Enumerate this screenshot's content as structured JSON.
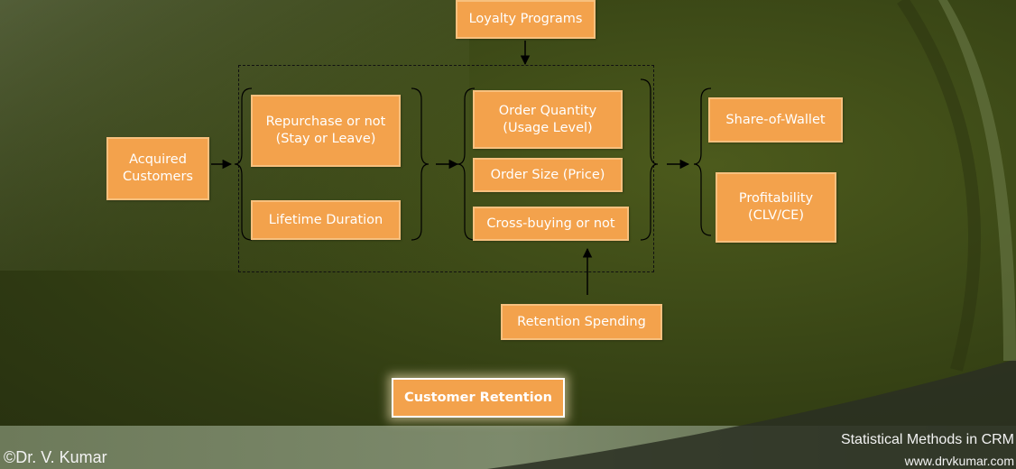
{
  "boxes": {
    "loyalty_programs": "Loyalty Programs",
    "acquired_customers": "Acquired\nCustomers",
    "repurchase": "Repurchase or not\n(Stay or Leave)",
    "lifetime_duration": "Lifetime Duration",
    "order_quantity": "Order Quantity\n(Usage Level)",
    "order_size": "Order Size (Price)",
    "cross_buying": "Cross-buying or not",
    "share_of_wallet": "Share-of-Wallet",
    "profitability": "Profitability\n(CLV/CE)",
    "retention_spending": "Retention Spending"
  },
  "title": "Customer Retention",
  "footer": {
    "author": "©Dr. V. Kumar",
    "course": "Statistical Methods in CRM",
    "website": "www.drvkumar.com"
  },
  "colors": {
    "box_fill": "#f3a24c",
    "box_border": "#f7c07e",
    "background": "#3d4a17"
  }
}
